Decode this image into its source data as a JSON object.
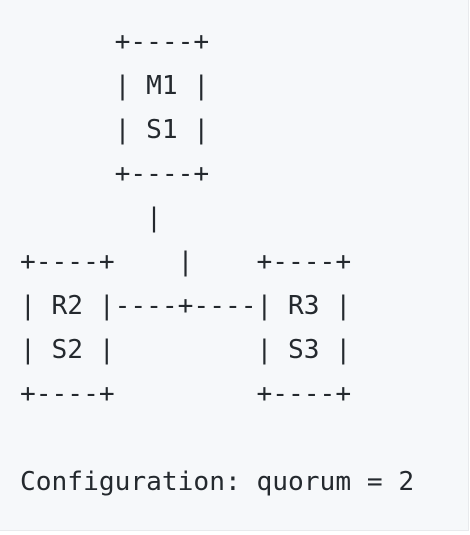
{
  "diagram": {
    "lines": [
      "      +----+",
      "      | M1 |",
      "      | S1 |",
      "      +----+",
      "        |",
      "+----+    |    +----+",
      "| R2 |----+----| R3 |",
      "| S2 |         | S3 |",
      "+----+         +----+",
      "",
      "Configuration: quorum = 2"
    ]
  }
}
